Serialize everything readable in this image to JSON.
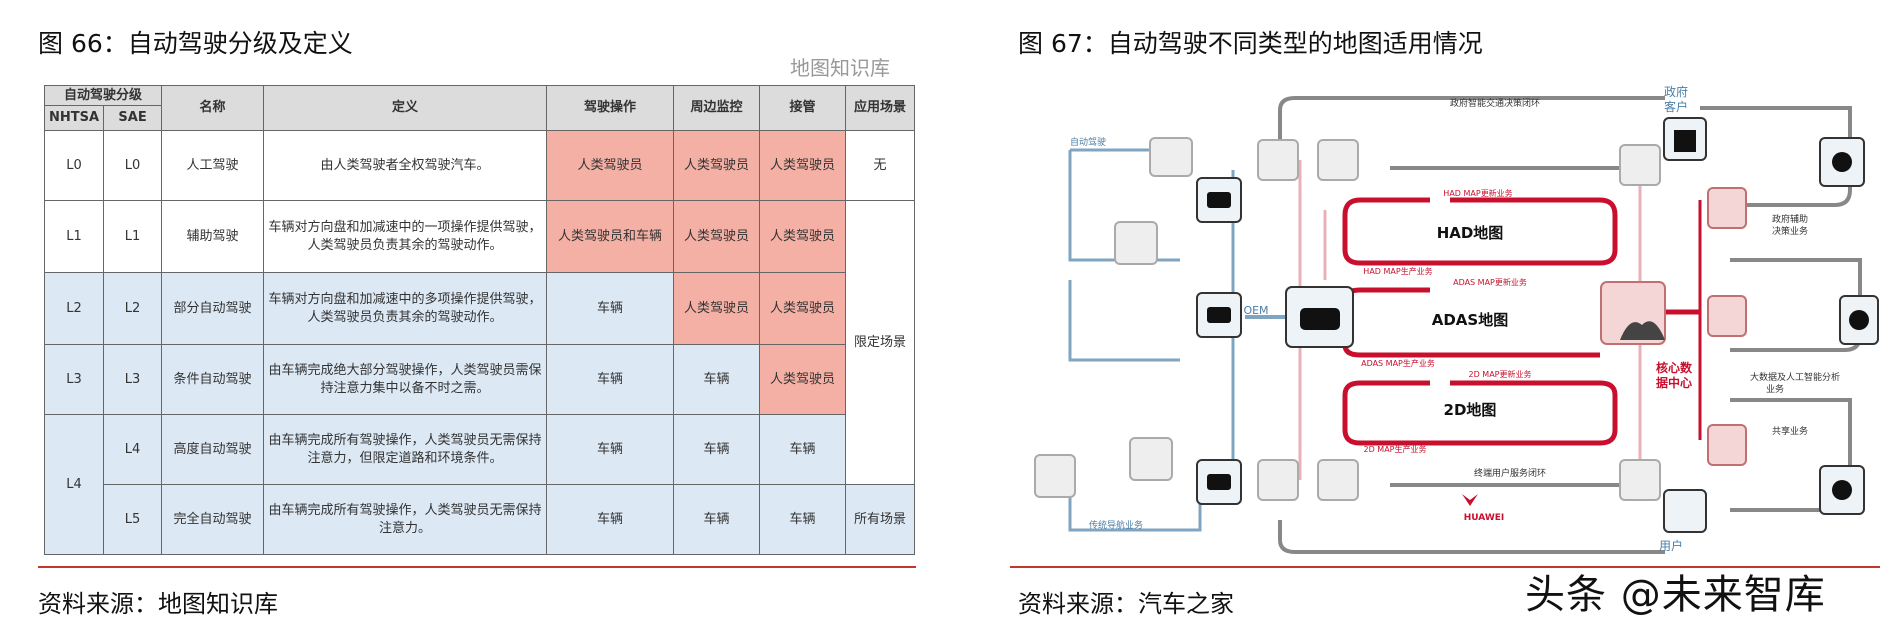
{
  "left": {
    "title": "图 66：自动驾驶分级及定义",
    "source": "资料来源：地图知识库",
    "headers": {
      "group": "自动驾驶分级",
      "nhtsa": "NHTSA",
      "sae": "SAE",
      "name": "名称",
      "definition": "定义",
      "driving": "驾驶操作",
      "monitoring": "周边监控",
      "takeover": "接管",
      "scenario": "应用场景"
    },
    "rows": [
      {
        "nhtsa": "L0",
        "sae": "L0",
        "name": "人工驾驶",
        "definition": "由人类驾驶者全权驾驶汽车。",
        "driving": "人类驾驶员",
        "monitoring": "人类驾驶员",
        "takeover": "人类驾驶员",
        "scenario": "无"
      },
      {
        "nhtsa": "L1",
        "sae": "L1",
        "name": "辅助驾驶",
        "definition": "车辆对方向盘和加减速中的一项操作提供驾驶，人类驾驶员负责其余的驾驶动作。",
        "driving": "人类驾驶员和车辆",
        "monitoring": "人类驾驶员",
        "takeover": "人类驾驶员",
        "scenario": "限定场景"
      },
      {
        "nhtsa": "L2",
        "sae": "L2",
        "name": "部分自动驾驶",
        "definition": "车辆对方向盘和加减速中的多项操作提供驾驶，人类驾驶员负责其余的驾驶动作。",
        "driving": "车辆",
        "monitoring": "人类驾驶员",
        "takeover": "人类驾驶员"
      },
      {
        "nhtsa": "L3",
        "sae": "L3",
        "name": "条件自动驾驶",
        "definition": "由车辆完成绝大部分驾驶操作，人类驾驶员需保持注意力集中以备不时之需。",
        "driving": "车辆",
        "monitoring": "车辆",
        "takeover": "人类驾驶员"
      },
      {
        "nhtsa": "L4",
        "sae": "L4",
        "name": "高度自动驾驶",
        "definition": "由车辆完成所有驾驶操作，人类驾驶员无需保持注意力，但限定道路和环境条件。",
        "driving": "车辆",
        "monitoring": "车辆",
        "takeover": "车辆"
      },
      {
        "sae": "L5",
        "name": "完全自动驾驶",
        "definition": "由车辆完成所有驾驶操作，人类驾驶员无需保持注意力。",
        "driving": "车辆",
        "monitoring": "车辆",
        "takeover": "车辆",
        "scenario": "所有场景"
      }
    ],
    "watermark": "地图知识库"
  },
  "right": {
    "title": "图 67：自动驾驶不同类型的地图适用情况",
    "source": "资料来源：汽车之家",
    "diagram": {
      "gov_loop": "政府智能交通决策闭环",
      "gov_client_1": "政府",
      "gov_client_2": "客户",
      "had_update": "HAD MAP更新业务",
      "had_map": "HAD地图",
      "had_produce": "HAD MAP生产业务",
      "adas_update": "ADAS MAP更新业务",
      "adas_map": "ADAS地图",
      "adas_produce": "ADAS MAP生产业务",
      "d2_update": "2D MAP更新业务",
      "d2_map": "2D地图",
      "d2_produce": "2D MAP生产业务",
      "core_1": "核心数",
      "core_2": "据中心",
      "user_loop": "终端用户服务闭环",
      "user": "用户",
      "oem": "OEM",
      "autodrive": "自动驾驶",
      "nav": "传统导航业务",
      "gov_biz_1": "政府辅助",
      "gov_biz_2": "决策业务",
      "ai_biz_1": "大数据及人工智能分析",
      "ai_biz_2": "业务",
      "share_biz": "共享业务",
      "huawei": "HUAWEI"
    },
    "colors": {
      "red": "#c8102e",
      "blue": "#4a7fa8",
      "gray": "#888888"
    }
  },
  "watermark": "头条 @未来智库"
}
